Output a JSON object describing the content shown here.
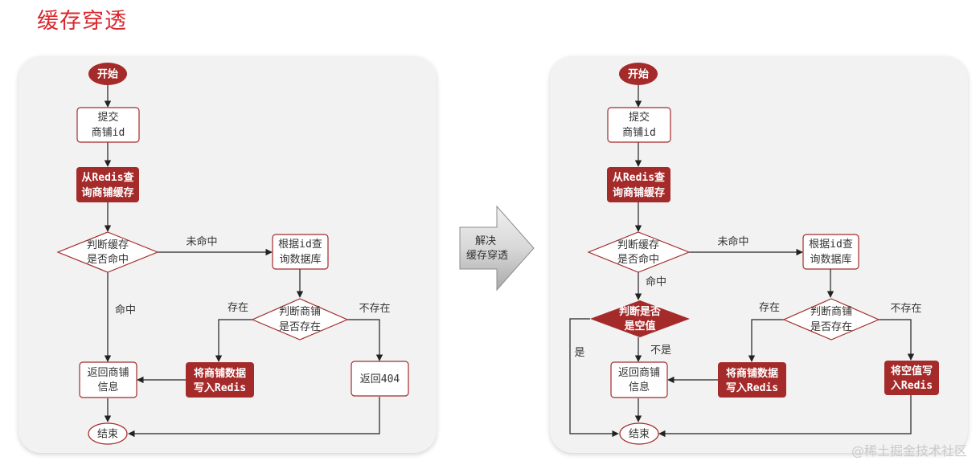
{
  "title": "缓存穿透",
  "arrow_label": [
    "解决",
    "缓存穿透"
  ],
  "left": {
    "start": "开始",
    "submit": [
      "提交",
      "商铺id"
    ],
    "query_redis": [
      "从Redis查",
      "询商铺缓存"
    ],
    "check_hit": [
      "判断缓存",
      "是否命中"
    ],
    "miss": "未命中",
    "hit": "命中",
    "query_db": [
      "根据id查",
      "询数据库"
    ],
    "check_exist": [
      "判断商铺",
      "是否存在"
    ],
    "exist": "存在",
    "not_exist": "不存在",
    "write_redis": [
      "将商铺数据",
      "写入Redis"
    ],
    "return_shop": [
      "返回商铺",
      "信息"
    ],
    "return_404": "返回404",
    "end": "结束"
  },
  "right": {
    "start": "开始",
    "submit": [
      "提交",
      "商铺id"
    ],
    "query_redis": [
      "从Redis查",
      "询商铺缓存"
    ],
    "check_hit": [
      "判断缓存",
      "是否命中"
    ],
    "miss": "未命中",
    "hit": "命中",
    "check_null": [
      "判断是否",
      "是空值"
    ],
    "yes": "是",
    "no": "不是",
    "query_db": [
      "根据id查",
      "询数据库"
    ],
    "check_exist": [
      "判断商铺",
      "是否存在"
    ],
    "exist": "存在",
    "not_exist": "不存在",
    "write_redis": [
      "将商铺数据",
      "写入Redis"
    ],
    "write_null": [
      "将空值写",
      "入Redis"
    ],
    "return_shop": [
      "返回商铺",
      "信息"
    ],
    "end": "结束"
  },
  "watermark": "@稀土掘金技术社区",
  "colors": {
    "accent": "#a52a2a",
    "title": "#d9272e",
    "panel": "#f2f2f2"
  }
}
